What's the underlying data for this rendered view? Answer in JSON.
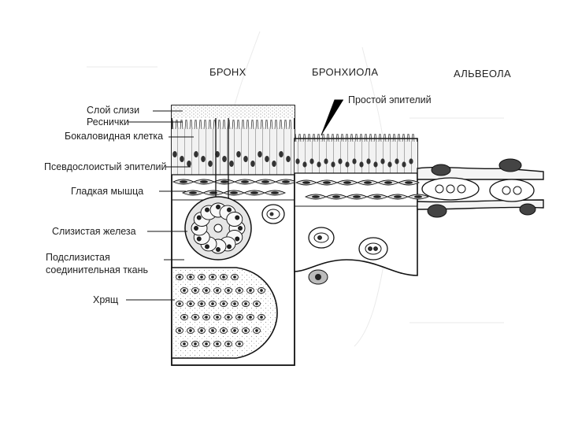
{
  "columns": {
    "bronchus": "БРОНХ",
    "bronchiole": "БРОНХИОЛА",
    "alveolus": "АЛЬВЕОЛА"
  },
  "labels": {
    "mucus_layer": "Слой слизи",
    "cilia": "Реснички",
    "goblet_cell": "Бокаловидная клетка",
    "pseudostratified_epithelium": "Псевдослоистый эпителий",
    "smooth_muscle": "Гладкая мышца",
    "mucous_gland": "Слизистая железа",
    "submucosa_line1": "Подслизистая",
    "submucosa_line2": "соединительная ткань",
    "cartilage": "Хрящ",
    "simple_epithelium": "Простой эпителий"
  }
}
